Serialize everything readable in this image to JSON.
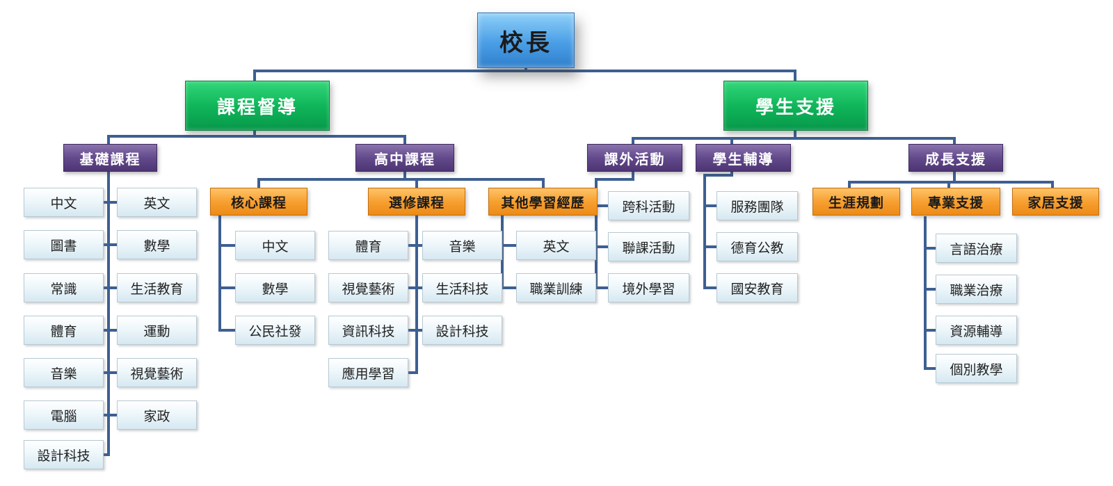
{
  "chart": {
    "root": "校長",
    "branches": [
      {
        "label": "課程督導",
        "groups": [
          {
            "label": "基礎課程",
            "items_left": [
              "中文",
              "圖書",
              "常識",
              "體育",
              "音樂",
              "電腦",
              "設計科技"
            ],
            "items_right": [
              "英文",
              "數學",
              "生活教育",
              "運動",
              "視覺藝術",
              "家政"
            ]
          },
          {
            "label": "高中課程",
            "subgroups": [
              {
                "label": "核心課程",
                "items": [
                  "中文",
                  "數學",
                  "公民社發"
                ]
              },
              {
                "label": "選修課程",
                "items_left": [
                  "體育",
                  "視覺藝術",
                  "資訊科技",
                  "應用學習"
                ],
                "items_right": [
                  "音樂",
                  "生活科技",
                  "設計科技"
                ]
              },
              {
                "label": "其他學習經歷",
                "items": [
                  "英文",
                  "職業訓練"
                ]
              }
            ]
          }
        ]
      },
      {
        "label": "學生支援",
        "groups": [
          {
            "label": "課外活動",
            "items": [
              "跨科活動",
              "聯課活動",
              "境外學習"
            ]
          },
          {
            "label": "學生輔導",
            "items": [
              "服務團隊",
              "德育公教",
              "國安教育"
            ]
          },
          {
            "label": "成長支援",
            "subgroups": [
              {
                "label": "生涯規劃",
                "items": []
              },
              {
                "label": "專業支援",
                "items": [
                  "言語治療",
                  "職業治療",
                  "資源輔導",
                  "個別教學"
                ]
              },
              {
                "label": "家居支援",
                "items": []
              }
            ]
          }
        ]
      }
    ]
  },
  "colors": {
    "connector": "#3d5f92",
    "root": "#4a9ee6",
    "level1": "#10b65a",
    "level2": "#634a8c",
    "level3": "#f7a030",
    "leaf": "#eef7fb"
  }
}
